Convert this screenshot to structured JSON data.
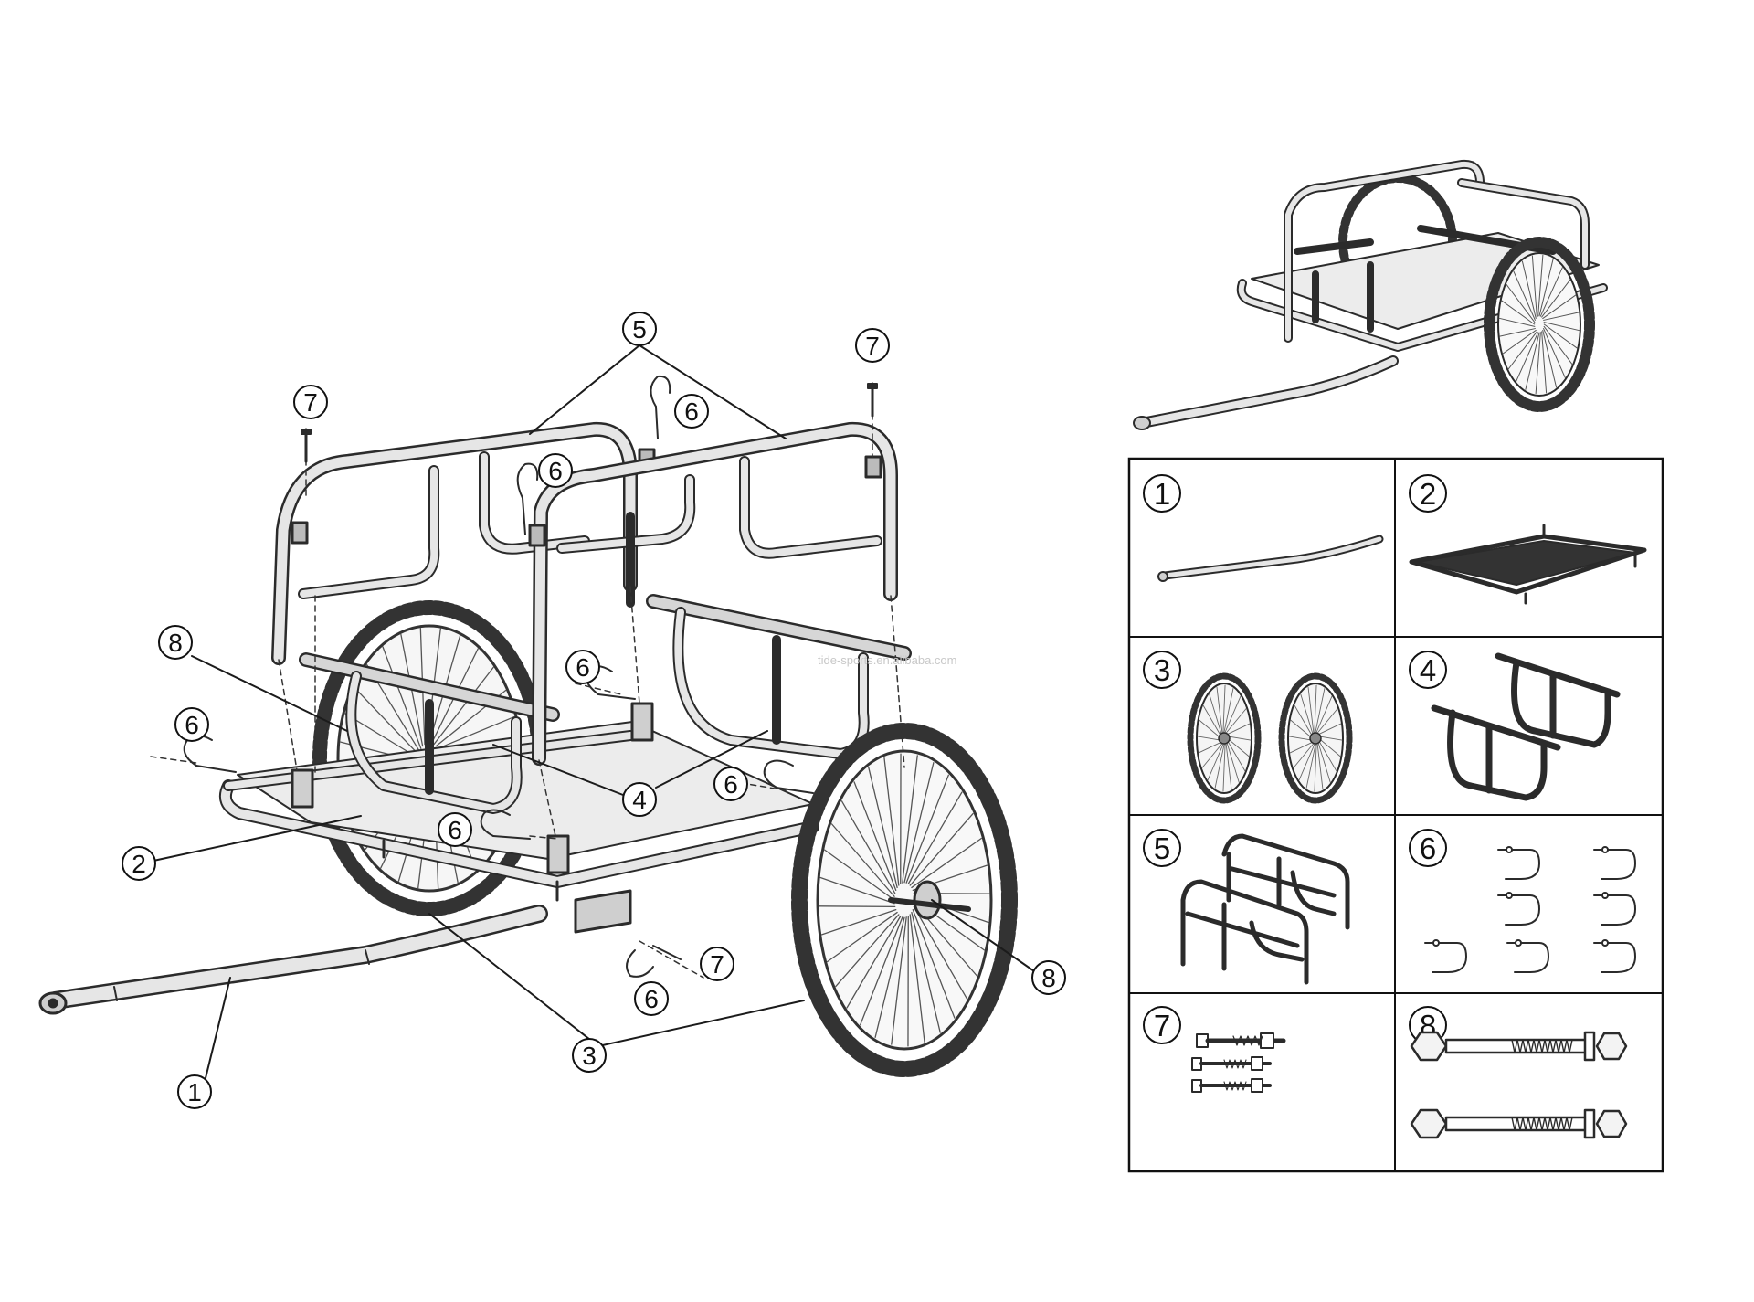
{
  "watermark": "tide-sports.en.alibaba.com",
  "callout_numbers": {
    "n1": "1",
    "n2": "2",
    "n3": "3",
    "n4": "4",
    "n5": "5",
    "n6": "6",
    "n7": "7",
    "n8": "8"
  },
  "parts_table": [
    {
      "number": "1",
      "icon": "tow-bar-icon"
    },
    {
      "number": "2",
      "icon": "base-frame-icon"
    },
    {
      "number": "3",
      "icon": "wheels-icon"
    },
    {
      "number": "4",
      "icon": "side-rails-icon"
    },
    {
      "number": "5",
      "icon": "end-frames-icon"
    },
    {
      "number": "6",
      "icon": "hitch-pins-icon"
    },
    {
      "number": "7",
      "icon": "small-bolts-icon"
    },
    {
      "number": "8",
      "icon": "axle-bolts-icon"
    }
  ],
  "colors": {
    "line": "#2b2b2b",
    "tube_fill": "#e6e6e6",
    "deck": "#ececec",
    "tire": "#333333"
  }
}
